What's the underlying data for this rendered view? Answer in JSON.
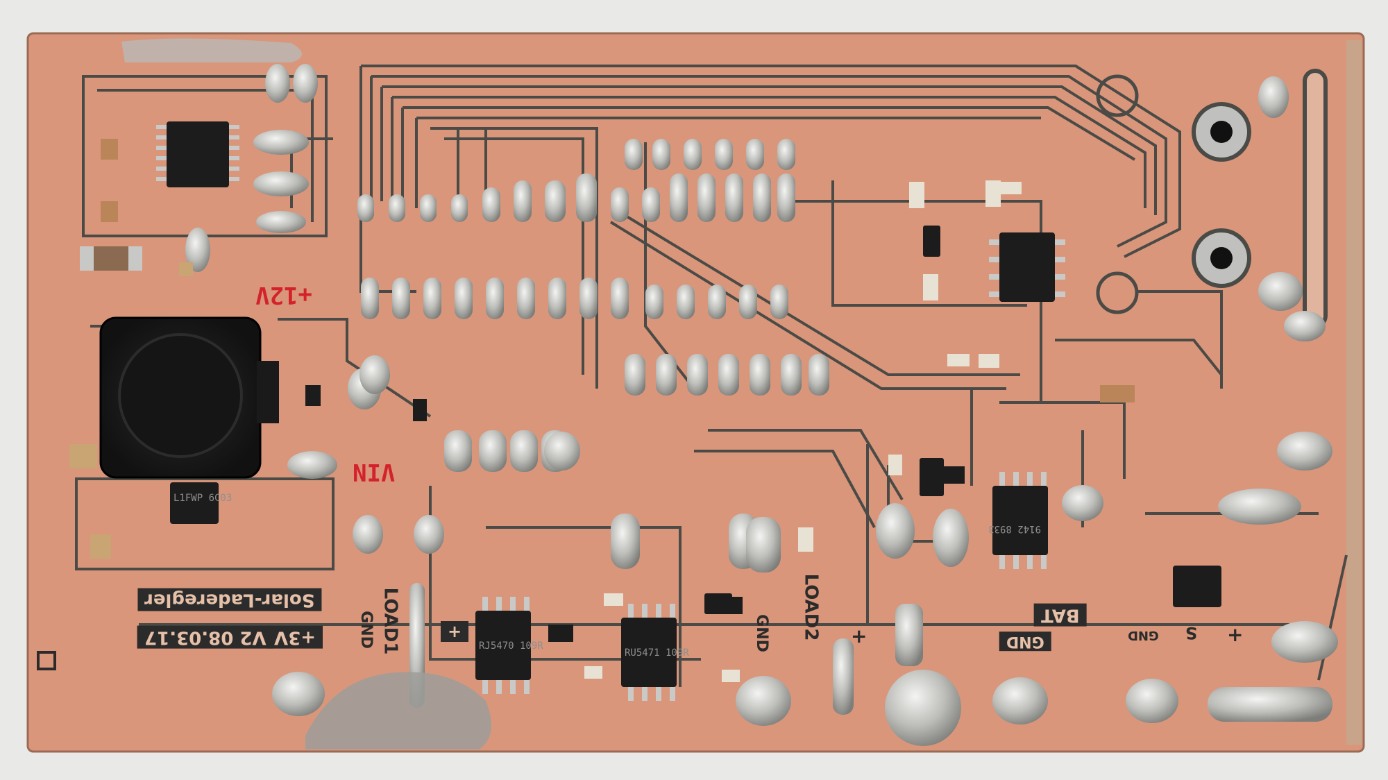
{
  "photo": {
    "board_marking": "Solar-Laderegler",
    "version_marking": "V2 08.03.17",
    "supply_marking": "+3V",
    "labels": {
      "load1": "LOAD1",
      "load1_gnd": "GND",
      "load2": "LOAD2",
      "load2_gnd": "GND",
      "bat": "BAT",
      "bat_gnd": "GND",
      "gnd_right": "GND",
      "s": "S",
      "plus": "+"
    },
    "handwritten": {
      "vin": "VIN",
      "plus_12v": "+12V"
    },
    "colors": {
      "background": "#e9e9e7",
      "copper": "#d9967a",
      "copper_dark": "#c98469",
      "etched_gap": "#4a4a46",
      "solder": "#c8c8c6",
      "chip": "#1c1c1c",
      "silkscreen": "#2b2b2b",
      "handwriting": "#d3232a"
    }
  }
}
